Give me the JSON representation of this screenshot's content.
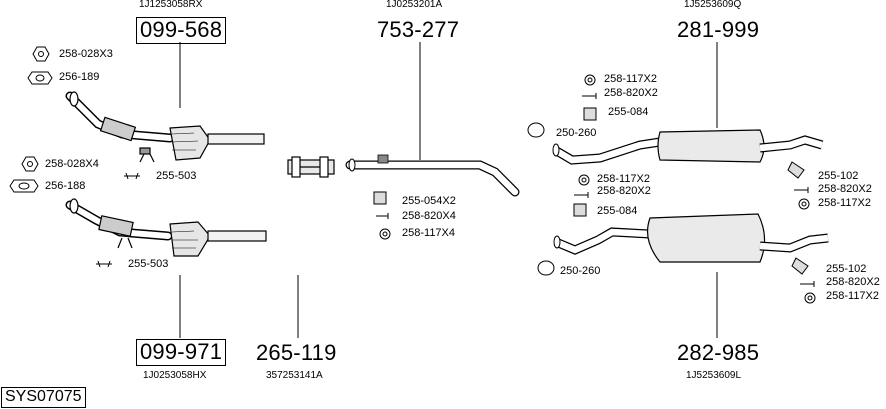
{
  "system_code": "SYS07075",
  "assemblies": [
    {
      "number": "099-568",
      "boxed": true,
      "oem": "1J1253058RX"
    },
    {
      "number": "753-277",
      "boxed": false,
      "oem": "1J0253201A"
    },
    {
      "number": "281-999",
      "boxed": false,
      "oem": "1J5253609Q"
    },
    {
      "number": "099-971",
      "boxed": true,
      "oem": "1J0253058HX"
    },
    {
      "number": "265-119",
      "boxed": false,
      "oem": "357253141A"
    },
    {
      "number": "282-985",
      "boxed": false,
      "oem": "1J5253609L"
    }
  ],
  "parts": [
    {
      "label": "258-028X3",
      "icon": "nut-icon"
    },
    {
      "label": "256-189",
      "icon": "gasket-icon"
    },
    {
      "label": "258-028X4",
      "icon": "nut-icon"
    },
    {
      "label": "256-188",
      "icon": "gasket-icon"
    },
    {
      "label": "255-503",
      "icon": "hanger-icon"
    },
    {
      "label": "255-503",
      "icon": "hanger-icon"
    },
    {
      "label": "255-054X2",
      "icon": "hanger-icon"
    },
    {
      "label": "258-820X4",
      "icon": "bolt-icon"
    },
    {
      "label": "258-117X4",
      "icon": "washer-icon"
    },
    {
      "label": "258-117X2",
      "icon": "washer-icon"
    },
    {
      "label": "258-820X2",
      "icon": "bolt-icon"
    },
    {
      "label": "255-084",
      "icon": "hanger-icon"
    },
    {
      "label": "250-260",
      "icon": "clamp-icon"
    },
    {
      "label": "258-117X2",
      "icon": "washer-icon"
    },
    {
      "label": "258-820X2",
      "icon": "bolt-icon"
    },
    {
      "label": "255-084",
      "icon": "hanger-icon"
    },
    {
      "label": "250-260",
      "icon": "clamp-icon"
    },
    {
      "label": "255-102",
      "icon": "hanger-icon"
    },
    {
      "label": "258-820X2",
      "icon": "bolt-icon"
    },
    {
      "label": "258-117X2",
      "icon": "washer-icon"
    },
    {
      "label": "255-102",
      "icon": "hanger-icon"
    },
    {
      "label": "258-820X2",
      "icon": "bolt-icon"
    },
    {
      "label": "258-117X2",
      "icon": "washer-icon"
    }
  ]
}
